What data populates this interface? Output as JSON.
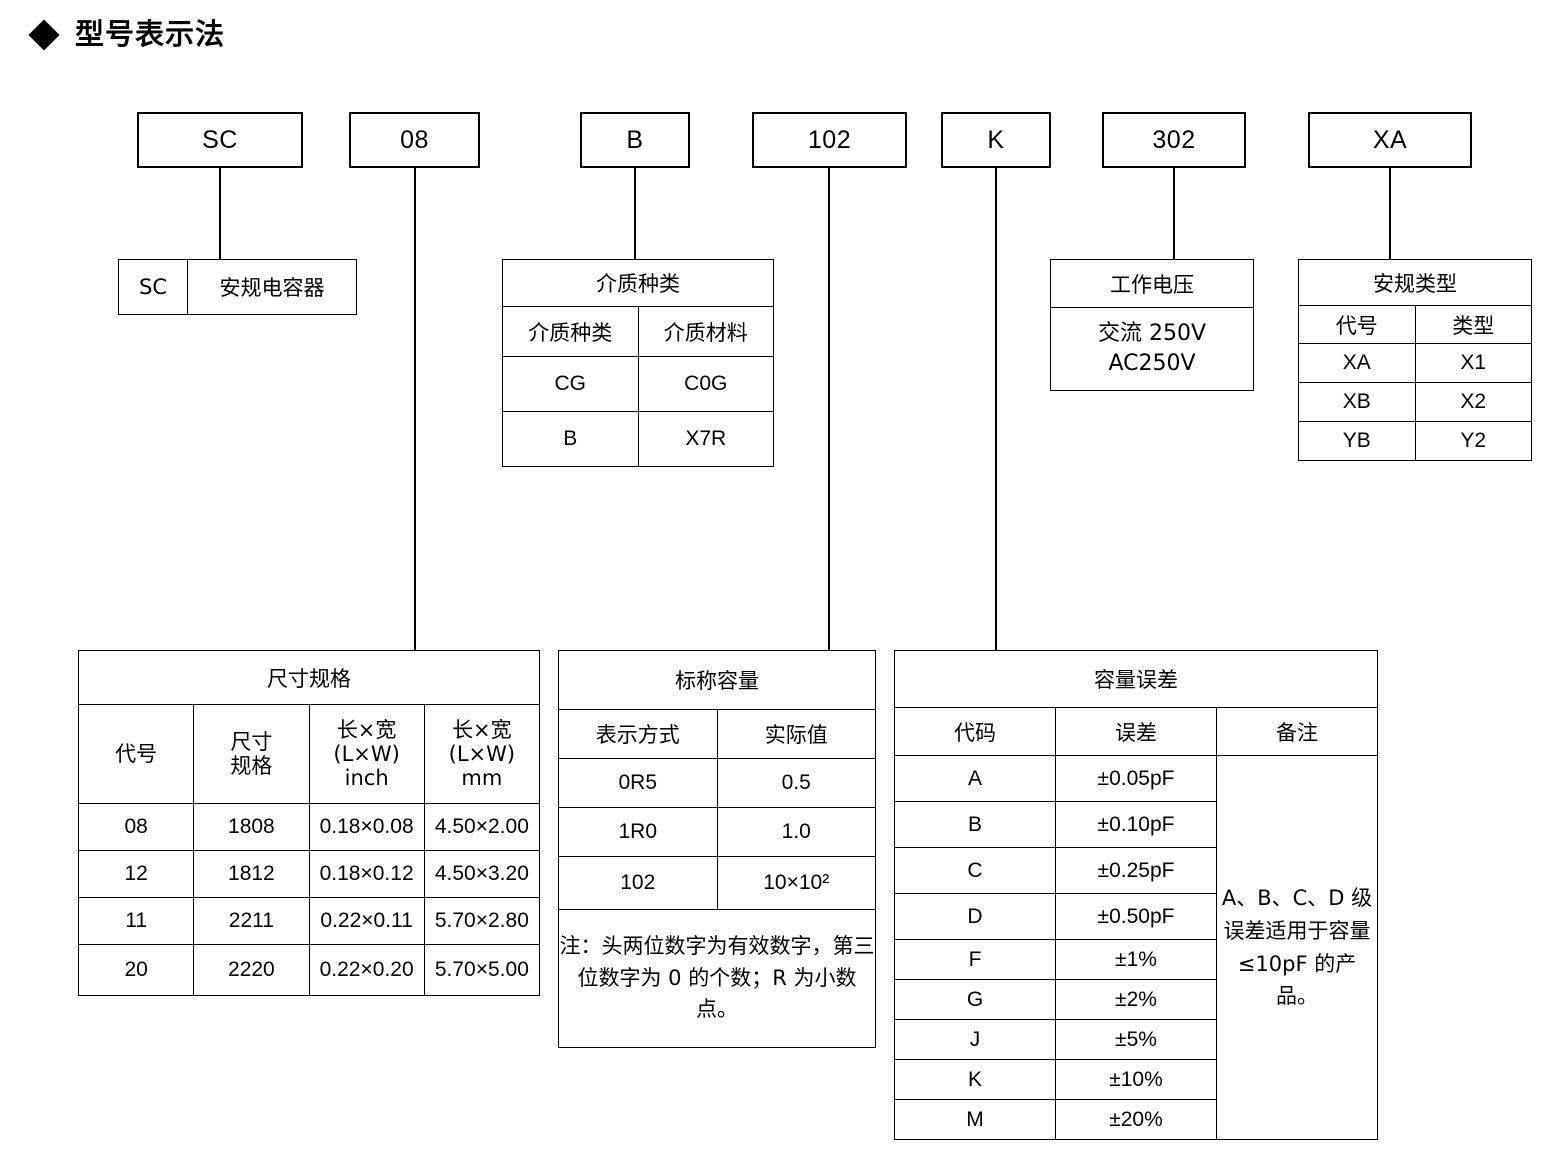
{
  "heading": {
    "bullet": "diamond-bullet",
    "title": "型号表示法"
  },
  "part_number_boxes": [
    {
      "name": "series",
      "value": "SC"
    },
    {
      "name": "size",
      "value": "08"
    },
    {
      "name": "dielectric",
      "value": "B"
    },
    {
      "name": "capacitance",
      "value": "102"
    },
    {
      "name": "tolerance",
      "value": "K"
    },
    {
      "name": "voltage",
      "value": "302"
    },
    {
      "name": "safety-type",
      "value": "XA"
    }
  ],
  "series_box": {
    "code": "SC",
    "description": "安规电容器"
  },
  "dielectric_table": {
    "title": "介质种类",
    "headers": [
      "介质种类",
      "介质材料"
    ],
    "rows": [
      [
        "CG",
        "C0G"
      ],
      [
        "B",
        "X7R"
      ]
    ]
  },
  "voltage_table": {
    "title": "工作电压",
    "value_line1": "交流 250V",
    "value_line2": "AC250V"
  },
  "safety_table": {
    "title": "安规类型",
    "headers": [
      "代号",
      "类型"
    ],
    "rows": [
      [
        "XA",
        "X1"
      ],
      [
        "XB",
        "X2"
      ],
      [
        "YB",
        "Y2"
      ]
    ]
  },
  "size_table": {
    "title": "尺寸规格",
    "headers": [
      {
        "line1": "代号",
        "line2": "",
        "line3": ""
      },
      {
        "line1": "尺寸",
        "line2": "规格",
        "line3": ""
      },
      {
        "line1": "长×宽",
        "line2": "(L×W)",
        "line3": "inch"
      },
      {
        "line1": "长×宽",
        "line2": "(L×W)",
        "line3": "mm"
      }
    ],
    "rows": [
      [
        "08",
        "1808",
        "0.18×0.08",
        "4.50×2.00"
      ],
      [
        "12",
        "1812",
        "0.18×0.12",
        "4.50×3.20"
      ],
      [
        "11",
        "2211",
        "0.22×0.11",
        "5.70×2.80"
      ],
      [
        "20",
        "2220",
        "0.22×0.20",
        "5.70×5.00"
      ]
    ]
  },
  "capacitance_table": {
    "title": "标称容量",
    "headers": [
      "表示方式",
      "实际值"
    ],
    "rows": [
      [
        "0R5",
        "0.5"
      ],
      [
        "1R0",
        "1.0"
      ],
      [
        "102",
        "10×10²"
      ]
    ],
    "note": "注：头两位数字为有效数字，第三位数字为 0 的个数；R 为小数点。"
  },
  "tolerance_table": {
    "title": "容量误差",
    "headers": [
      "代码",
      "误差",
      "备注"
    ],
    "rows": [
      [
        "A",
        "±0.05pF"
      ],
      [
        "B",
        "±0.10pF"
      ],
      [
        "C",
        "±0.25pF"
      ],
      [
        "D",
        "±0.50pF"
      ],
      [
        "F",
        "±1%"
      ],
      [
        "G",
        "±2%"
      ],
      [
        "J",
        "±5%"
      ],
      [
        "K",
        "±10%"
      ],
      [
        "M",
        "±20%"
      ]
    ],
    "remark": "A、B、C、D 级误差适用于容量≤10pF 的产品。"
  },
  "colors": {
    "line": "#000000",
    "background": "#ffffff"
  }
}
